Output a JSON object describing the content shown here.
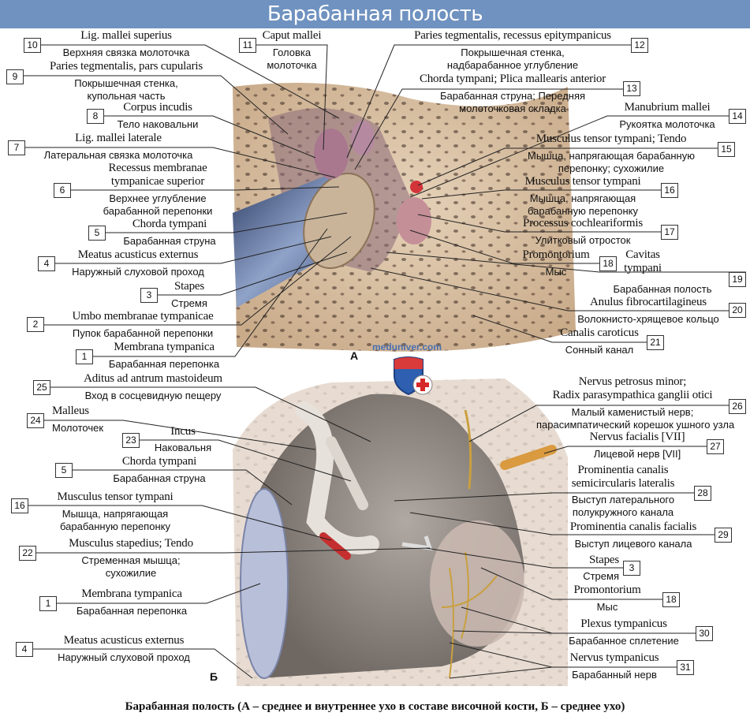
{
  "title": "Барабанная полость",
  "caption": "Барабанная полость (А – среднее и внутреннее ухо в составе височной кости, Б – среднее ухо)",
  "watermark": "meduniver.com",
  "panel_letters": {
    "a": "А",
    "b": "Б"
  },
  "colors": {
    "header": "#6f92c0",
    "bone": "#d9c3a6",
    "canal": "#5b6f9c",
    "artery": "#c8323a",
    "cavity": "#8e8782"
  },
  "labels_a": [
    {
      "num": "10",
      "en": "Lig. mallei superius",
      "ru": [
        "Верхняя связка молоточка"
      ]
    },
    {
      "num": "11",
      "en": "Caput mallei",
      "ru": [
        "Головка",
        "молоточка"
      ]
    },
    {
      "num": "12",
      "en": "Paries tegmentalis, recessus epitympanicus",
      "ru": [
        "Покрышечная стенка,",
        "надбарабанное углубление"
      ]
    },
    {
      "num": "9",
      "en": "Paries tegmentalis, pars cupularis",
      "ru": [
        "Покрышечная стенка,",
        "купольная часть"
      ]
    },
    {
      "num": "13",
      "en": "Chorda tympani; Plica mallearis anterior",
      "ru": [
        "Барабанная струна; Передняя",
        "молоточковая складка"
      ]
    },
    {
      "num": "8",
      "en": "Corpus incudis",
      "ru": [
        "Тело наковальни"
      ]
    },
    {
      "num": "14",
      "en": "Manubrium mallei",
      "ru": [
        "Рукоятка молоточка"
      ]
    },
    {
      "num": "7",
      "en": "Lig. mallei laterale",
      "ru": [
        "Латеральная связка молоточка"
      ]
    },
    {
      "num": "15",
      "en": "Musculus tensor tympani; Tendo",
      "ru": [
        "Мышца, напрягающая барабанную",
        "перепонку; сухожилие"
      ]
    },
    {
      "num": "6",
      "en": "Recessus membranae tympanicae superior",
      "en_lines": [
        "Recessus membranae",
        "tympanicae superior"
      ],
      "ru": [
        "Верхнее углубление",
        "барабанной перепонки"
      ]
    },
    {
      "num": "16",
      "en": "Musculus tensor tympani",
      "ru": [
        "Мышца, напрягающая",
        "барабанную перепонку"
      ]
    },
    {
      "num": "5",
      "en": "Chorda tympani",
      "ru": [
        "Барабанная струна"
      ]
    },
    {
      "num": "17",
      "en": "Processus cochleariformis",
      "ru": [
        "Улитковый отросток"
      ]
    },
    {
      "num": "4",
      "en": "Meatus acusticus externus",
      "ru": [
        "Наружный слуховой проход"
      ]
    },
    {
      "num": "18",
      "en": "Promontorium",
      "ru": [
        "Мыс"
      ]
    },
    {
      "num": "19",
      "en": "Cavitas tympani",
      "en_lines": [
        "Cavitas",
        "tympani"
      ],
      "ru": [
        "Барабанная полость"
      ]
    },
    {
      "num": "3",
      "en": "Stapes",
      "ru": [
        "Стремя"
      ]
    },
    {
      "num": "20",
      "en": "Anulus fibrocartilagineus",
      "ru": [
        "Волокнисто-хрящевое кольцо"
      ]
    },
    {
      "num": "2",
      "en": "Umbo membranae tympanicae",
      "ru": [
        "Пупок барабанной перепонки"
      ]
    },
    {
      "num": "21",
      "en": "Canalis caroticus",
      "ru": [
        "Сонный канал"
      ]
    },
    {
      "num": "1",
      "en": "Membrana tympanica",
      "ru": [
        "Барабанная перепонка"
      ]
    }
  ],
  "labels_b": [
    {
      "num": "25",
      "en": "Aditus ad antrum mastoideum",
      "ru": [
        "Вход в сосцевидную пещеру"
      ]
    },
    {
      "num": "26",
      "en": "Nervus petrosus minor; Radix parasympathica ganglii otici",
      "en_lines": [
        "Nervus petrosus minor;",
        "Radix parasympathica ganglii otici"
      ],
      "ru": [
        "Малый каменистый нерв;",
        "парасимпатический корешок ушного узла"
      ]
    },
    {
      "num": "24",
      "en": "Malleus",
      "ru": [
        "Молоточек"
      ]
    },
    {
      "num": "27",
      "en": "Nervus facialis [VII]",
      "ru": [
        "Лицевой нерв [VII]"
      ]
    },
    {
      "num": "23",
      "en": "Incus",
      "ru": [
        "Наковальня"
      ]
    },
    {
      "num": "5",
      "en": "Chorda tympani",
      "ru": [
        "Барабанная струна"
      ]
    },
    {
      "num": "28",
      "en": "Prominentia canalis semicircularis lateralis",
      "en_lines": [
        "Prominentia canalis",
        "semicircularis lateralis"
      ],
      "ru": [
        "Выступ латерального",
        "полукружного канала"
      ]
    },
    {
      "num": "16",
      "en": "Musculus tensor tympani",
      "ru": [
        "Мышца, напрягающая",
        "барабанную перепонку"
      ]
    },
    {
      "num": "29",
      "en": "Prominentia canalis facialis",
      "ru": [
        "Выступ лицевого канала"
      ]
    },
    {
      "num": "22",
      "en": "Musculus stapedius; Tendo",
      "ru": [
        "Стременная мышца;",
        "сухожилие"
      ]
    },
    {
      "num": "3",
      "en": "Stapes",
      "ru": [
        "Стремя"
      ]
    },
    {
      "num": "18",
      "en": "Promontorium",
      "ru": [
        "Мыс"
      ]
    },
    {
      "num": "1",
      "en": "Membrana tympanica",
      "ru": [
        "Барабанная перепонка"
      ]
    },
    {
      "num": "30",
      "en": "Plexus tympanicus",
      "ru": [
        "Барабанное сплетение"
      ]
    },
    {
      "num": "4",
      "en": "Meatus acusticus externus",
      "ru": [
        "Наружный слуховой проход"
      ]
    },
    {
      "num": "31",
      "en": "Nervus tympanicus",
      "ru": [
        "Барабанный нерв"
      ]
    }
  ]
}
